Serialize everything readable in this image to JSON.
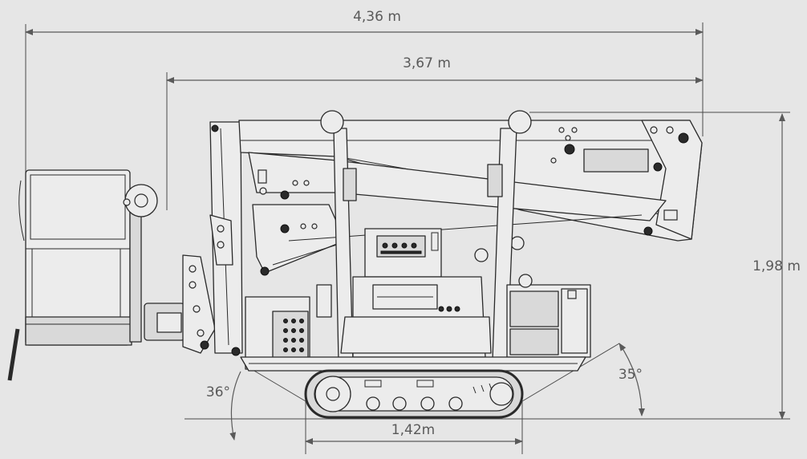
{
  "dimensions": {
    "overall_length": "4,36 m",
    "boom_length": "3,67 m",
    "height": "1,98 m",
    "track_width": "1,42m",
    "angle_front": "36°",
    "angle_rear": "35°"
  },
  "colors": {
    "background": "#e6e6e6",
    "dimension_line": "#5a5a5a",
    "outline": "#2a2a2a"
  }
}
